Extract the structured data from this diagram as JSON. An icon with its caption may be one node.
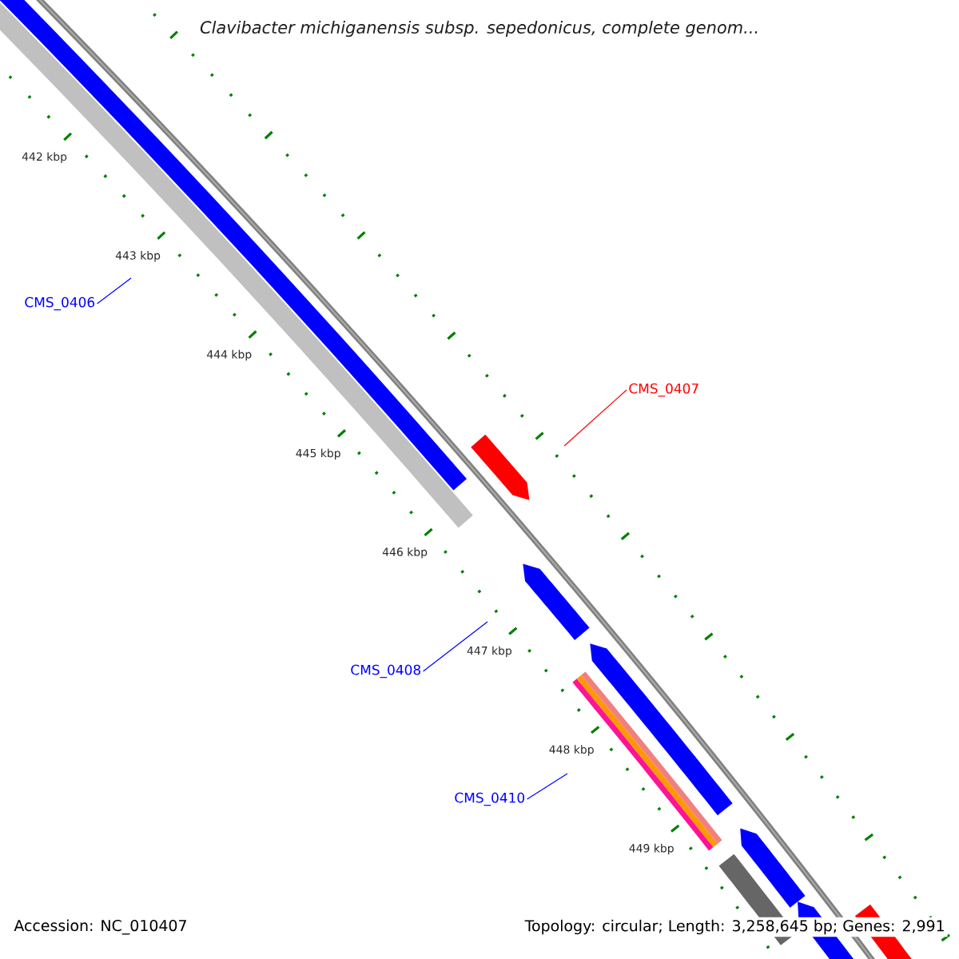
{
  "diagram": {
    "title": "Clavibacter michiganensis subsp. sepedonicus, complete genom...",
    "nodes": [
      {
        "text": [
          "CMS_0406"
        ]
      },
      {
        "text": [
          "CMS_0407"
        ]
      },
      {
        "text": [
          "CMS_0408"
        ]
      },
      {
        "text": [
          "CMS_0410"
        ]
      }
    ],
    "edges": [
      {
        "from": 0,
        "to": null,
        "arrow": "none"
      },
      {
        "from": 1,
        "to": null,
        "arrow": "none",
        "color": "#ff0000"
      },
      {
        "from": 2,
        "to": null,
        "arrow": "none"
      },
      {
        "from": 3,
        "to": null,
        "arrow": "none"
      }
    ],
    "labels": [
      "442 kbp",
      "443 kbp",
      "444 kbp",
      "445 kbp",
      "446 kbp",
      "447 kbp",
      "448 kbp",
      "449 kbp",
      "Accession: NC_010407",
      "Topology: circular; Length: 3,258,645 bp; Genes: 2,991"
    ]
  }
}
